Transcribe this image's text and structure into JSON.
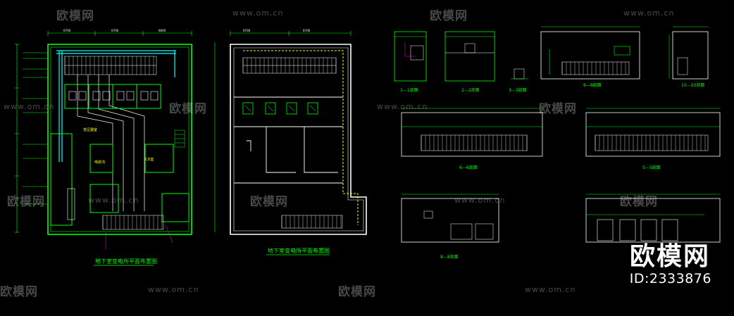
{
  "colors": {
    "background": "#000000",
    "primary": "#00ff00",
    "secondary": "#00ffff",
    "accent": "#ffff00",
    "detail": "#ffffff",
    "magenta": "#ff00ff",
    "watermark": "#ffffff"
  },
  "titles": {
    "plan_left": "地下室变电所平面布置图",
    "plan_right": "地下室变电所平面布置图"
  },
  "section_labels": {
    "s1": "1—1剖面",
    "s2": "2—2剖面",
    "s3": "3—3剖面",
    "s9": "9—9剖面",
    "s10": "10—10剖面",
    "s6": "6—6剖面",
    "s5": "5—5剖面",
    "s8": "8—8剖面"
  },
  "dims": {
    "top_left": [
      "6700",
      "6700",
      "6600"
    ],
    "top_right": [
      "6700",
      "6700"
    ]
  },
  "room_labels": [
    "变压器室",
    "CD室",
    "电缆沟"
  ],
  "watermark": {
    "logo_text": "欧模网",
    "url": "www.om.cn"
  },
  "brand": {
    "name": "欧模网",
    "id": "ID:2333876"
  }
}
